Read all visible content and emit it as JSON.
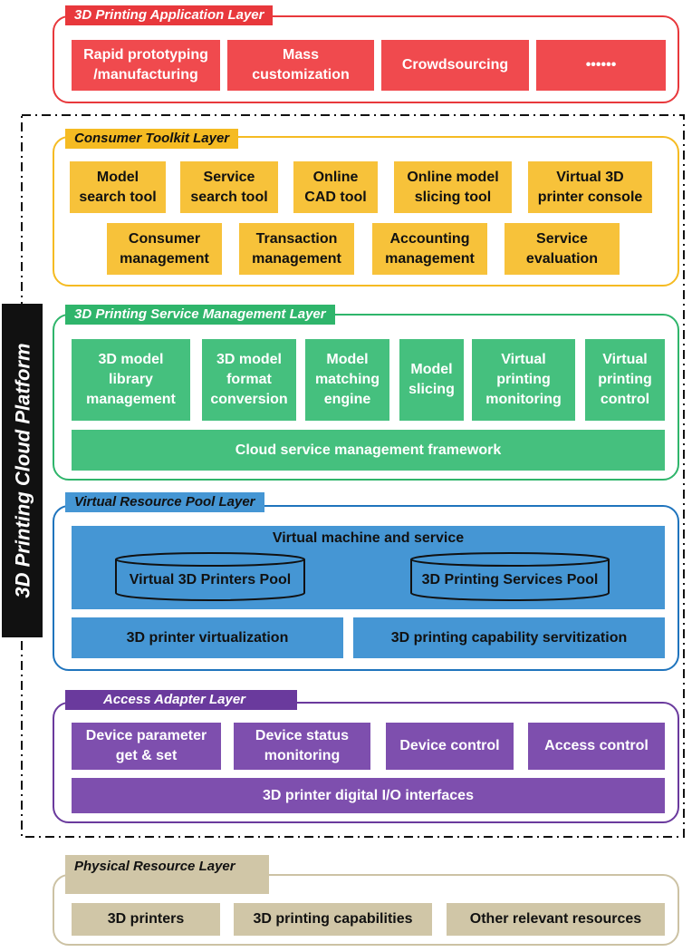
{
  "platform_label": "3D Printing Cloud Platform",
  "layers": {
    "application": {
      "title": "3D Printing Application Layer",
      "items": [
        "Rapid prototyping\n/manufacturing",
        "Mass\ncustomization",
        "Crowdsourcing",
        "••••••"
      ]
    },
    "consumer": {
      "title": "Consumer Toolkit Layer",
      "row1": [
        "Model\nsearch tool",
        "Service\nsearch tool",
        "Online\nCAD tool",
        "Online model\nslicing tool",
        "Virtual 3D\nprinter console"
      ],
      "row2": [
        "Consumer\nmanagement",
        "Transaction\nmanagement",
        "Accounting\nmanagement",
        "Service\nevaluation"
      ]
    },
    "service_mgmt": {
      "title": "3D Printing Service Management Layer",
      "items": [
        "3D model\nlibrary\nmanagement",
        "3D model\nformat\nconversion",
        "Model\nmatching\nengine",
        "Model\nslicing",
        "Virtual\nprinting\nmonitoring",
        "Virtual\nprinting\ncontrol"
      ],
      "framework": "Cloud service management framework"
    },
    "virtual_pool": {
      "title": "Virtual Resource Pool Layer",
      "vm_label": "Virtual machine and service",
      "pools": [
        "Virtual 3D Printers Pool",
        "3D Printing Services Pool"
      ],
      "bottom": [
        "3D printer virtualization",
        "3D printing capability servitization"
      ]
    },
    "access": {
      "title": "Access Adapter Layer",
      "items": [
        "Device parameter\nget & set",
        "Device status\nmonitoring",
        "Device control",
        "Access control"
      ],
      "io": "3D printer digital I/O interfaces"
    },
    "physical": {
      "title": "Physical Resource Layer",
      "items": [
        "3D printers",
        "3D printing capabilities",
        "Other relevant resources"
      ]
    }
  },
  "colors": {
    "red": "#e8383c",
    "red_box": "#f04a4e",
    "yellow": "#f5bb22",
    "yellow_box": "#f7c23a",
    "green": "#2fb56b",
    "green_box": "#45c07e",
    "blue": "#1f74bd",
    "blue_box": "#4596d4",
    "purple": "#6a3a9d",
    "purple_box": "#7e4fae",
    "tan": "#ccc2a4",
    "tan_box": "#d0c6a7"
  }
}
